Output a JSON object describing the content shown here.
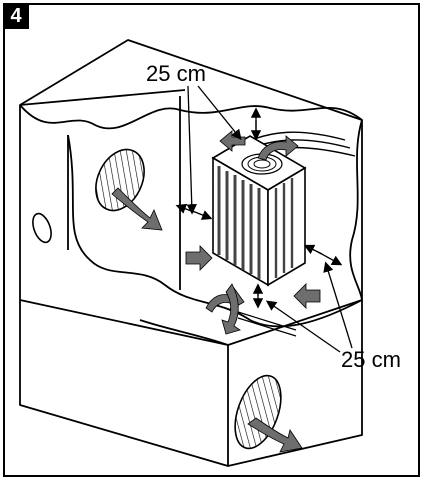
{
  "figure": {
    "step_number": "4",
    "clearance_label_top": "25 cm",
    "clearance_label_bottom": "25 cm"
  },
  "colors": {
    "line": "#000000",
    "background": "#ffffff",
    "airflow_arrow": "#6e6e6e",
    "unit_shading": "#444444"
  },
  "icons": {
    "airflow": "airflow-arrow-icon",
    "dimension": "dimension-arrow-icon",
    "vent": "vent-icon",
    "fan": "fan-grille-icon"
  }
}
